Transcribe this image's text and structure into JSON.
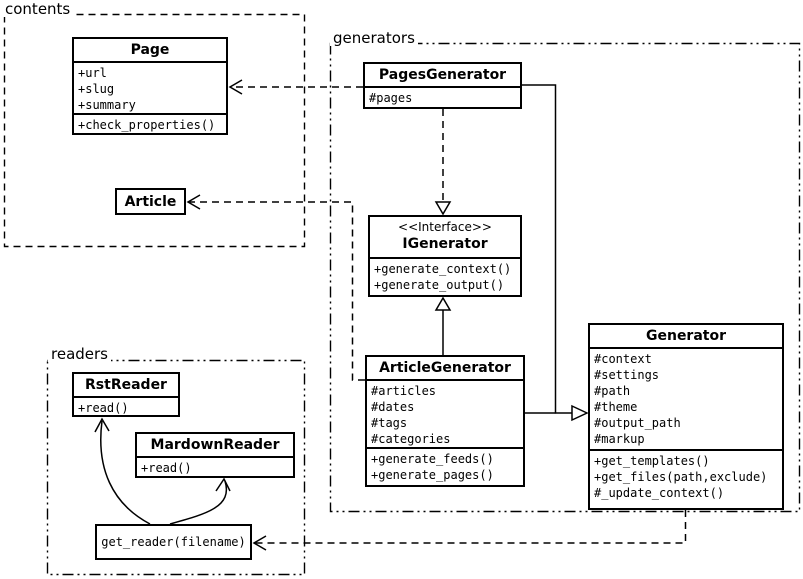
{
  "packages": {
    "contents": "contents",
    "generators": "generators",
    "readers": "readers"
  },
  "classes": {
    "page": {
      "name": "Page",
      "attrs": [
        "+url",
        "+slug",
        "+summary"
      ],
      "methods": [
        "+check_properties()"
      ]
    },
    "article": {
      "name": "Article"
    },
    "pages_generator": {
      "name": "PagesGenerator",
      "attrs": [
        "#pages"
      ]
    },
    "igenerator": {
      "stereotype": "<<Interface>>",
      "name": "IGenerator",
      "methods": [
        "+generate_context()",
        "+generate_output()"
      ]
    },
    "article_generator": {
      "name": "ArticleGenerator",
      "attrs": [
        "#articles",
        "#dates",
        "#tags",
        "#categories"
      ],
      "methods": [
        "+generate_feeds()",
        "+generate_pages()"
      ]
    },
    "generator": {
      "name": "Generator",
      "attrs": [
        "#context",
        "#settings",
        "#path",
        "#theme",
        "#output_path",
        "#markup"
      ],
      "methods": [
        "+get_templates()",
        "+get_files(path,exclude)",
        "#_update_context()"
      ]
    },
    "rst_reader": {
      "name": "RstReader",
      "methods": [
        "+read()"
      ]
    },
    "markdown_reader": {
      "name": "MardownReader",
      "methods": [
        "+read()"
      ]
    },
    "get_reader": {
      "name": "get_reader(filename)"
    }
  }
}
